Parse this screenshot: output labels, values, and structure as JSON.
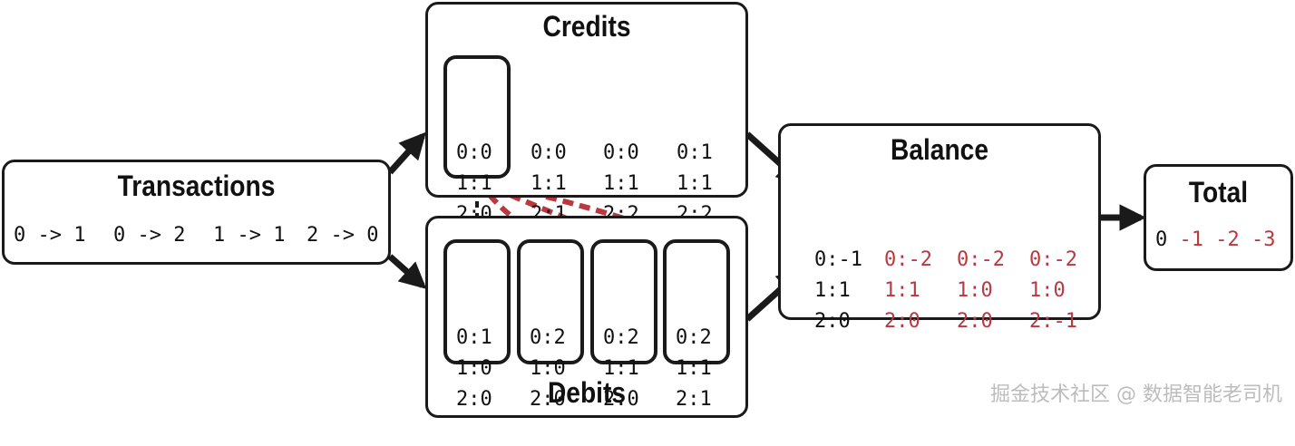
{
  "transactions": {
    "title": "Transactions",
    "items": [
      "0 -> 1",
      "0 -> 2",
      "1 -> 1",
      "2 -> 0"
    ]
  },
  "credits": {
    "title": "Credits",
    "columns": [
      [
        "0:0",
        "1:1",
        "2:0"
      ],
      [
        "0:0",
        "1:1",
        "2:1"
      ],
      [
        "0:0",
        "1:1",
        "2:2"
      ],
      [
        "0:1",
        "1:1",
        "2:2"
      ]
    ]
  },
  "debits": {
    "title": "Debits",
    "columns": [
      [
        "0:1",
        "1:0",
        "2:0"
      ],
      [
        "0:2",
        "1:0",
        "2:0"
      ],
      [
        "0:2",
        "1:1",
        "2:0"
      ],
      [
        "0:2",
        "1:1",
        "2:1"
      ]
    ]
  },
  "balance": {
    "title": "Balance",
    "columns": [
      [
        "0:-1",
        "1:1",
        "2:0"
      ],
      [
        "0:-2",
        "1:1",
        "2:0"
      ],
      [
        "0:-2",
        "1:0",
        "2:0"
      ],
      [
        "0:-2",
        "1:0",
        "2:-1"
      ]
    ]
  },
  "total": {
    "title": "Total",
    "values": [
      "0",
      "-1",
      "-2",
      "-3"
    ]
  },
  "watermark": "掘金技术社区 @ 数据智能老司机",
  "colors": {
    "ink": "#1a1a1a",
    "highlight": "#b8393f"
  }
}
